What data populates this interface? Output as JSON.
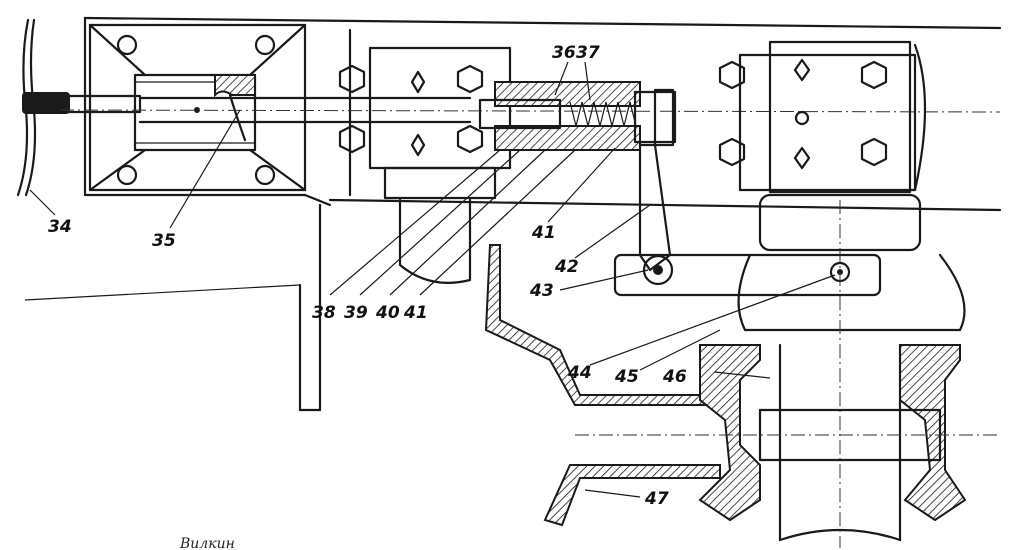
{
  "callouts": [
    {
      "id": "34",
      "text": "34"
    },
    {
      "id": "35",
      "text": "35"
    },
    {
      "id": "36",
      "text": "36"
    },
    {
      "id": "37",
      "text": "37"
    },
    {
      "id": "38",
      "text": "38"
    },
    {
      "id": "39",
      "text": "39"
    },
    {
      "id": "40",
      "text": "40"
    },
    {
      "id": "41a",
      "text": "41"
    },
    {
      "id": "41b",
      "text": "41"
    },
    {
      "id": "42",
      "text": "42"
    },
    {
      "id": "43",
      "text": "43"
    },
    {
      "id": "44",
      "text": "44"
    },
    {
      "id": "45",
      "text": "45"
    },
    {
      "id": "46",
      "text": "46"
    },
    {
      "id": "47",
      "text": "47"
    }
  ],
  "caption": "Вилкин"
}
